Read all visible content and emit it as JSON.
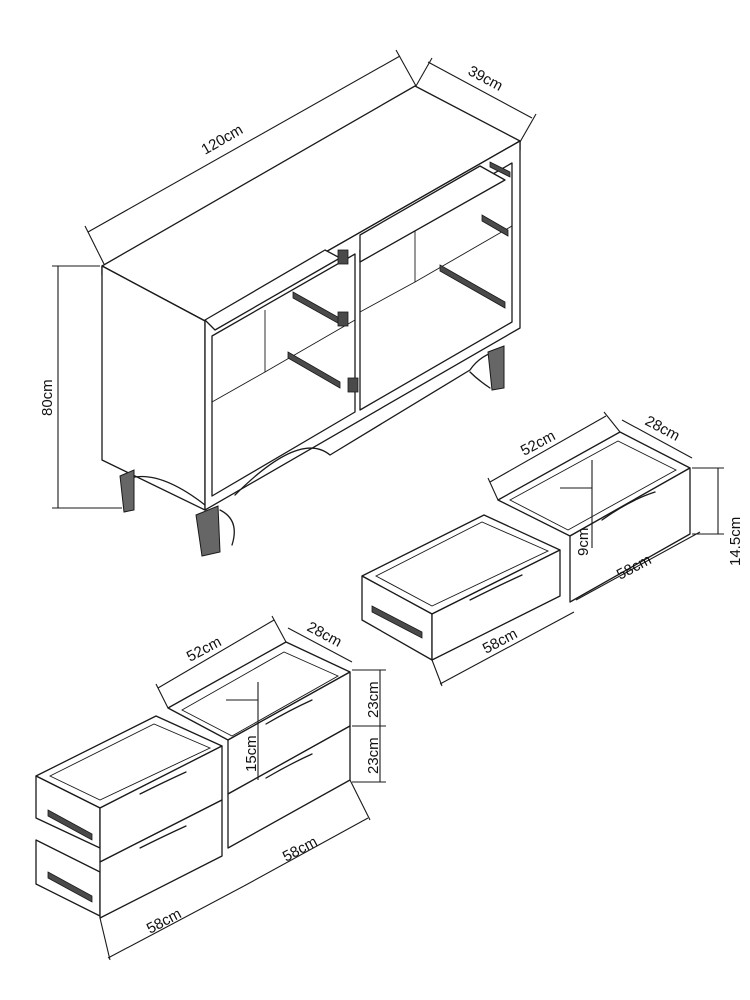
{
  "dimensions": {
    "cabinet_width": "120cm",
    "cabinet_depth": "39cm",
    "cabinet_height": "80cm",
    "small_drawer_width": "52cm",
    "small_drawer_depth_top": "28cm",
    "small_drawer_inner_height": "9cm",
    "small_drawer_front_height": "14.5cm",
    "small_drawer_length_a": "58cm",
    "small_drawer_length_b": "58cm",
    "large_drawer_width": "52cm",
    "large_drawer_depth_top": "28cm",
    "large_drawer_inner_height": "15cm",
    "large_drawer_front_height_1": "23cm",
    "large_drawer_front_height_2": "23cm",
    "large_drawer_length_a": "58cm",
    "large_drawer_length_b": "58cm"
  },
  "colors": {
    "line": "#1a1a1a",
    "hardware": "#4a4a4a",
    "background": "#ffffff"
  }
}
